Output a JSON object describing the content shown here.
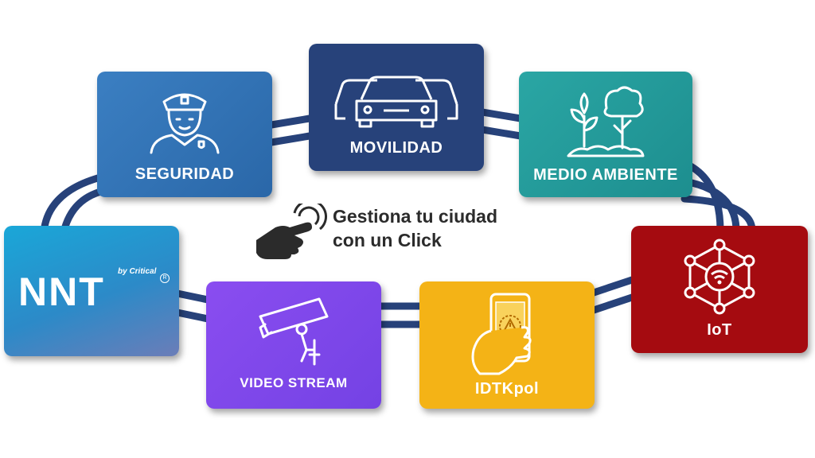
{
  "tiles": {
    "seguridad": {
      "label": "SEGURIDAD",
      "icon": "police-officer-icon",
      "color": "#2f72b6"
    },
    "movilidad": {
      "label": "MOVILIDAD",
      "icon": "cars-icon",
      "color": "#27427a"
    },
    "medio_ambiente": {
      "label": "MEDIO AMBIENTE",
      "icon": "trees-icon",
      "color": "#229a9a"
    },
    "iot": {
      "label": "IoT",
      "icon": "iot-network-icon",
      "color": "#a50b10"
    },
    "idtkpol": {
      "label": "IDTKpol",
      "icon": "phone-in-hand-icon",
      "color": "#f4b316"
    },
    "video_stream": {
      "label": "VIDEO STREAM",
      "icon": "security-camera-icon",
      "color": "#7e48ea"
    },
    "nnt": {
      "logo_text": "NNT",
      "byline": "by Critical",
      "registered": "R",
      "color": "#1aa7d8"
    }
  },
  "slogan": {
    "line1": "Gestiona tu ciudad",
    "line2": "con un Click"
  },
  "center_icon": "hand-click-icon",
  "connector_color": "#27427a"
}
